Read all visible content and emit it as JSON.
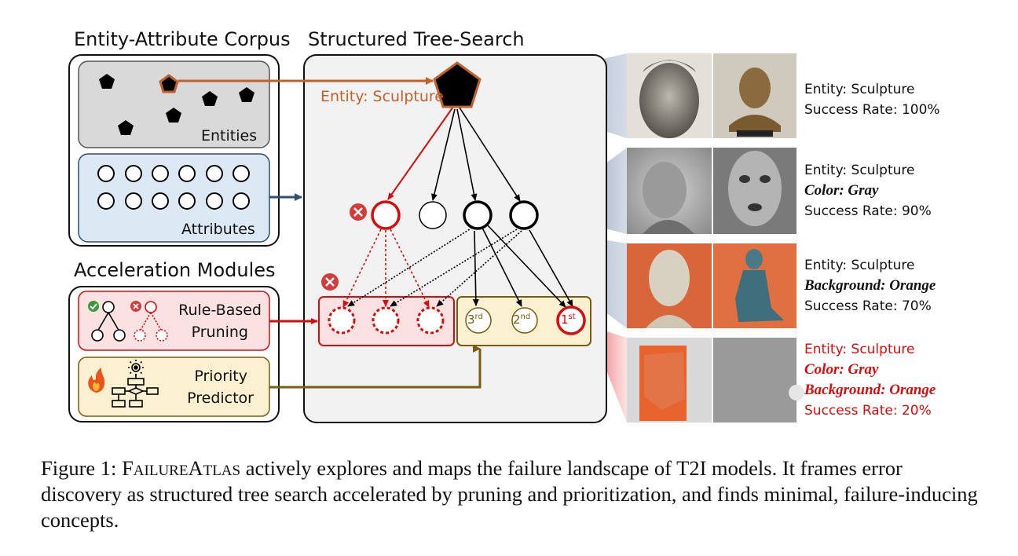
{
  "headers": {
    "corpus": "Entity-Attribute Corpus",
    "tree": "Structured Tree-Search",
    "acceleration": "Acceleration Modules"
  },
  "corpus": {
    "entities_label": "Entities",
    "attributes_label": "Attributes"
  },
  "tree": {
    "root_label": "Entity: Sculpture",
    "rank_1": "1",
    "rank_1_sup": "st",
    "rank_2": "2",
    "rank_2_sup": "nd",
    "rank_3": "3",
    "rank_3_sup": "rd"
  },
  "modules": {
    "rule_line1": "Rule-Based",
    "rule_line2": "Pruning",
    "priority_line1": "Priority",
    "priority_line2": "Predictor"
  },
  "results": [
    {
      "entity": "Entity: Sculpture",
      "success": "Success Rate: 100%"
    },
    {
      "entity": "Entity: Sculpture",
      "attr1": "Color: Gray",
      "success": "Success Rate: 90%"
    },
    {
      "entity": "Entity: Sculpture",
      "attr1": "Background: Orange",
      "success": "Success Rate: 70%"
    },
    {
      "entity": "Entity: Sculpture",
      "attr1": "Color: Gray",
      "attr2": "Background: Orange",
      "success": "Success Rate: 20%"
    }
  ],
  "caption": {
    "prefix": "Figure 1: ",
    "name": "FailureAtlas",
    "text": " actively explores and maps the failure landscape of T2I models. It frames error discovery as structured tree search accelerated by pruning and prioritization, and finds minimal, failure-inducing concepts."
  },
  "colors": {
    "orange": "#c0612b",
    "red": "#d40d0d",
    "blue": "#2f4f73",
    "olive": "#7a5c10",
    "gray_panel": "#d9d9d9",
    "blue_panel": "#dce9f5",
    "red_panel": "#fbe1e1",
    "yellow_panel": "#fbf0cf"
  }
}
